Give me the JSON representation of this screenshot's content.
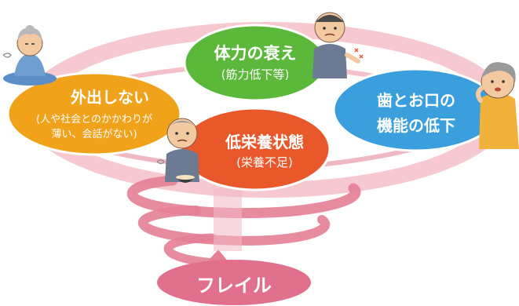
{
  "colors": {
    "ring": "#efa7b3",
    "ring_dark": "#d9788a",
    "green": "#5cb83a",
    "blue": "#3a9fdc",
    "orange": "#f1a21b",
    "red": "#e8582a",
    "outcome": "#e0708c"
  },
  "nodes": {
    "physical": {
      "title": "体力の衰え",
      "sub": "(筋力低下等)"
    },
    "oral": {
      "title": "歯とお口の",
      "title2": "機能の低下"
    },
    "outing": {
      "title": "外出しない",
      "sub": "(人や社会とのかかわりが",
      "sub2": "薄い、会話がない)"
    },
    "nutrition": {
      "title": "低栄養状態",
      "sub": "(栄養不足)"
    }
  },
  "outcome": {
    "title": "フレイル"
  },
  "figures": [
    {
      "name": "man-with-back-pain-illustration"
    },
    {
      "name": "woman-with-toothache-illustration"
    },
    {
      "name": "sitting-elderly-woman-illustration"
    },
    {
      "name": "man-eating-illustration"
    }
  ]
}
